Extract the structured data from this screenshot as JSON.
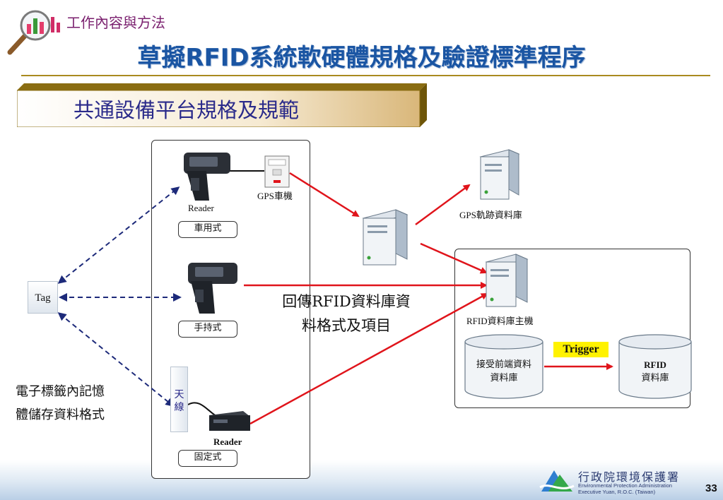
{
  "header": {
    "section_label": "工作內容與方法",
    "title": "草擬RFID系統軟硬體規格及驗證標準程序"
  },
  "banner": {
    "text": "共通設備平台規格及規範"
  },
  "devices": {
    "reader_label": "Reader",
    "vehicle_label": "車用式",
    "handheld_label": "手持式",
    "fixed_label": "固定式",
    "fixed_reader_label": "Reader",
    "gps_unit_label": "GPS車機",
    "antenna_label_1": "天",
    "antenna_label_2": "線"
  },
  "tag": {
    "label": "Tag"
  },
  "side_note": {
    "line1": "電子標籤內記憶",
    "line2": "體儲存資料格式"
  },
  "servers": {
    "gps_db_label": "GPS軌跡資料庫",
    "rfid_host_label": "RFID資料庫主機"
  },
  "center_note": {
    "line1": "回傳RFID資料庫資",
    "line2": "料格式及項目"
  },
  "databases": {
    "front_db_line1": "接受前端資料",
    "front_db_line2": "資料庫",
    "rfid_db_line1": "RFID",
    "rfid_db_line2": "資料庫",
    "trigger_label": "Trigger"
  },
  "footer": {
    "org_cn": "行政院環境保護署",
    "org_en_line1": "Environmental Protection Administration",
    "org_en_line2": "Executive Yuan, R.O.C. (Taiwan)",
    "page_number": "33"
  },
  "colors": {
    "title_blue": "#1a55a3",
    "arrow_red": "#e0141b",
    "arrow_navy": "#1d2a7a",
    "banner_gold": "#a98a1f"
  }
}
